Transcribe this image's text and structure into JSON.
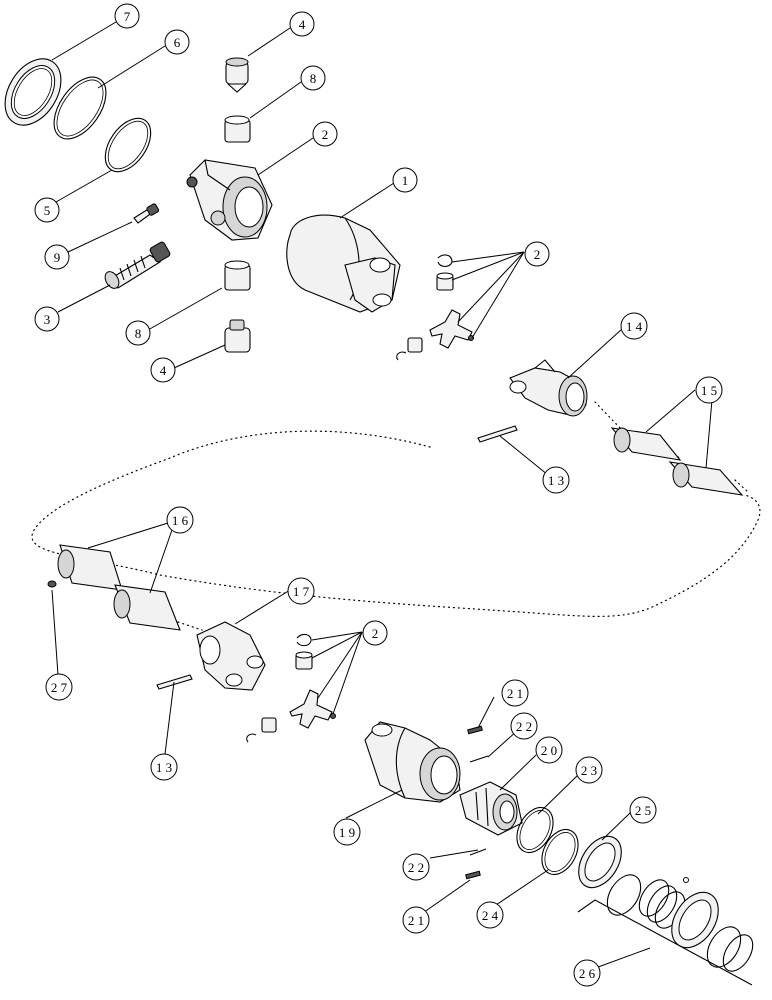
{
  "callouts": [
    {
      "id": "c7",
      "text": "7"
    },
    {
      "id": "c6",
      "text": "6"
    },
    {
      "id": "c4a",
      "text": "4"
    },
    {
      "id": "c8a",
      "text": "8"
    },
    {
      "id": "c2a",
      "text": "2"
    },
    {
      "id": "c5",
      "text": "5"
    },
    {
      "id": "c1",
      "text": "1"
    },
    {
      "id": "c9",
      "text": "9"
    },
    {
      "id": "c3",
      "text": "3"
    },
    {
      "id": "c8b",
      "text": "8"
    },
    {
      "id": "c4b",
      "text": "4"
    },
    {
      "id": "c2b",
      "text": "2"
    },
    {
      "id": "c14",
      "text": "1 4"
    },
    {
      "id": "c15",
      "text": "1 5"
    },
    {
      "id": "c13a",
      "text": "1 3"
    },
    {
      "id": "c16",
      "text": "1 6"
    },
    {
      "id": "c17",
      "text": "1 7"
    },
    {
      "id": "c2c",
      "text": "2"
    },
    {
      "id": "c27",
      "text": "2 7"
    },
    {
      "id": "c13b",
      "text": "1 3"
    },
    {
      "id": "c21a",
      "text": "2 1"
    },
    {
      "id": "c22a",
      "text": "2 2"
    },
    {
      "id": "c20",
      "text": "2 0"
    },
    {
      "id": "c23",
      "text": "2 3"
    },
    {
      "id": "c25",
      "text": "2 5"
    },
    {
      "id": "c19",
      "text": "1 9"
    },
    {
      "id": "c22b",
      "text": "2 2"
    },
    {
      "id": "c21b",
      "text": "2 1"
    },
    {
      "id": "c24",
      "text": "2 4"
    },
    {
      "id": "c26",
      "text": "2 6"
    }
  ]
}
